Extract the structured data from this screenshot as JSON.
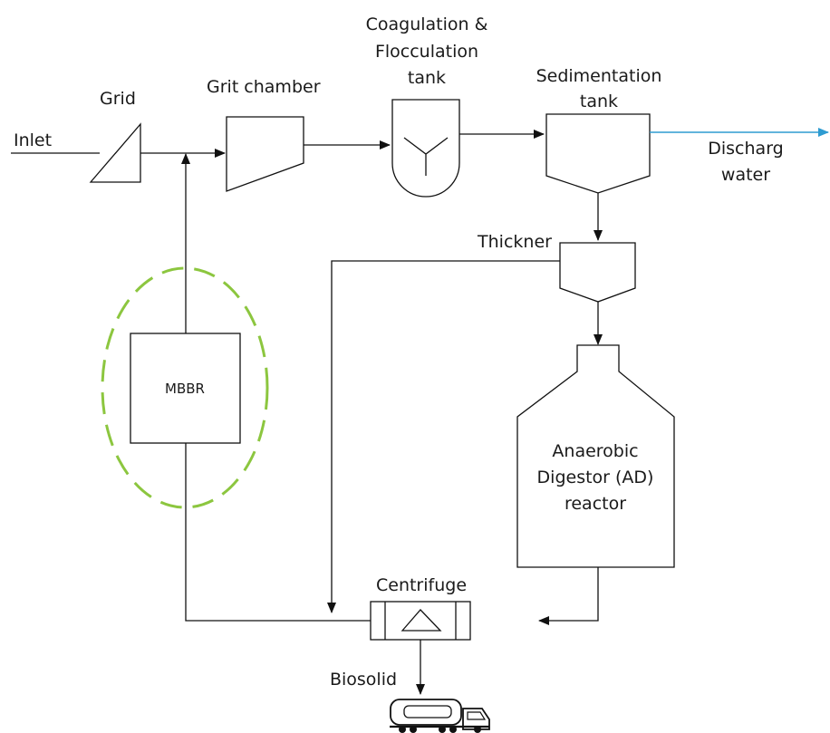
{
  "labels": {
    "inlet": "Inlet",
    "grid": "Grid",
    "grit_chamber": "Grit chamber",
    "coagulation_line1": "Coagulation &",
    "coagulation_line2": "Flocculation",
    "coagulation_line3": "tank",
    "sedimentation_line1": "Sedimentation",
    "sedimentation_line2": "tank",
    "discharge_line1": "Discharg",
    "discharge_line2": "water",
    "thickener": "Thickner",
    "mbbr": "MBBR",
    "ad_line1": "Anaerobic",
    "ad_line2": "Digestor (AD)",
    "ad_line3": "reactor",
    "centrifuge": "Centrifuge",
    "biosolid": "Biosolid"
  },
  "colors": {
    "line": "#111111",
    "discharge_line": "#2e9bd1",
    "mbbr_highlight": "#8cc63f"
  }
}
